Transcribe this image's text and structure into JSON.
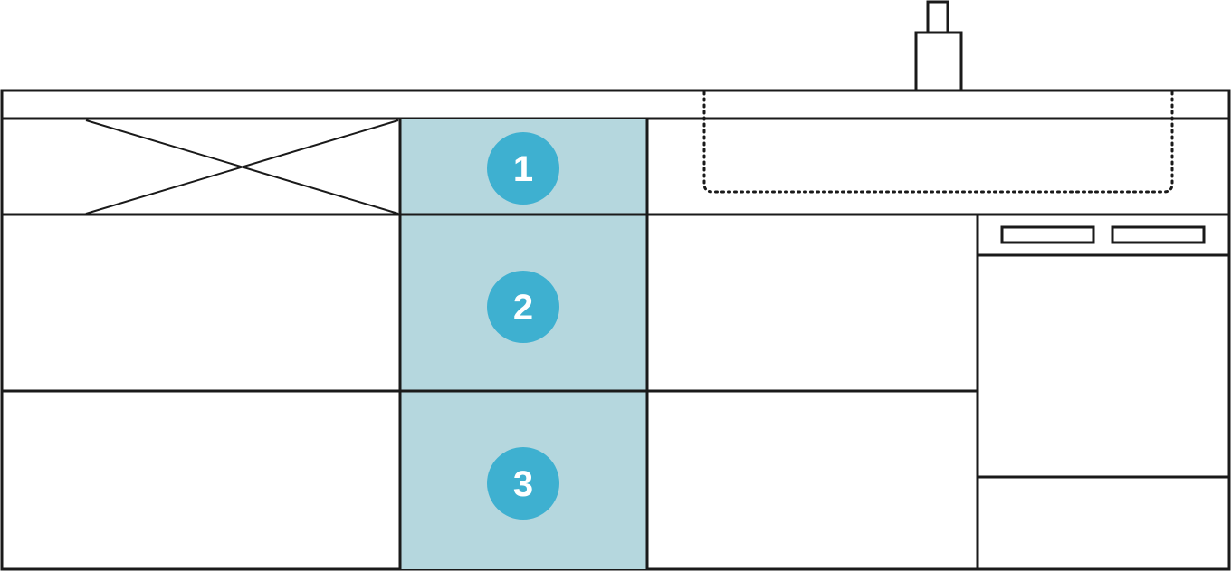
{
  "colors": {
    "highlight_fill": "#b5d7de",
    "marker_fill": "#3eb0d0",
    "marker_text": "#ffffff",
    "outline": "#1a1a1a"
  },
  "drawers": [
    {
      "id": "drawer-1",
      "label": "1"
    },
    {
      "id": "drawer-2",
      "label": "2"
    },
    {
      "id": "drawer-3",
      "label": "3"
    }
  ]
}
